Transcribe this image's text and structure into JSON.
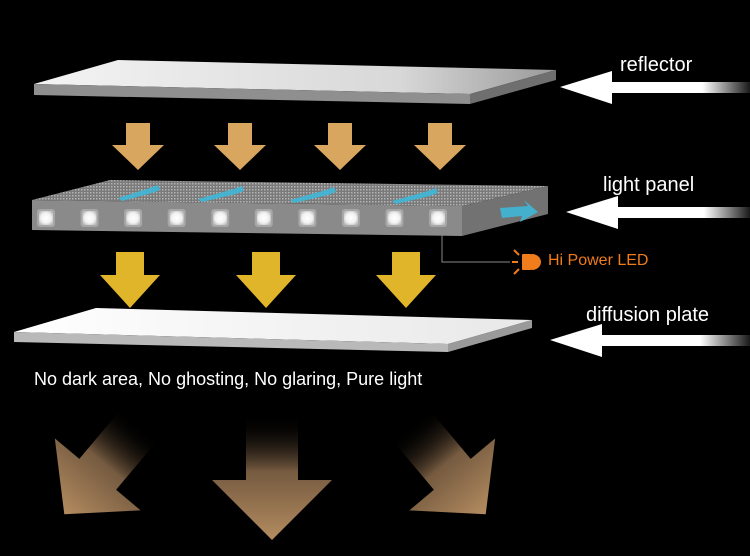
{
  "labels": {
    "reflector": "reflector",
    "light_panel": "light panel",
    "diffusion_plate": "diffusion plate",
    "hi_power_led": "Hi Power LED",
    "caption": "No dark area, No ghosting, No glaring, Pure light"
  },
  "led_count": 10,
  "colors": {
    "background": "#000000",
    "reflector_arrow": "#d9a65f",
    "yellow_arrow": "#e1b52a",
    "output_arrow": "#a8825c",
    "led_label": "#f07c1c",
    "light_flow": "#3fb7d8",
    "side_arrow": "#ffffff"
  },
  "icons": [
    "led-icon"
  ]
}
